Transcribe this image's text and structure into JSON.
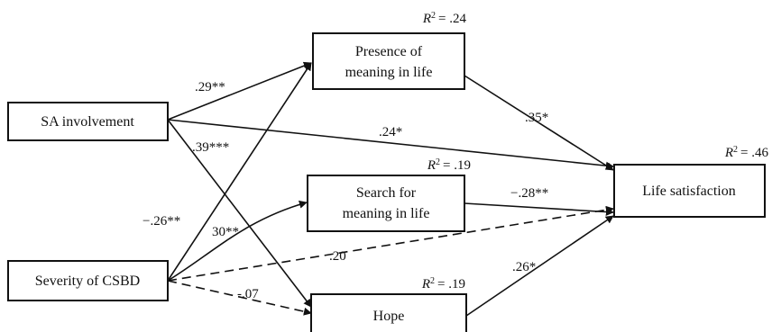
{
  "nodes": {
    "sa": {
      "label": "SA involvement"
    },
    "csbd": {
      "label": "Severity of CSBD"
    },
    "presence": {
      "label_line1": "Presence of",
      "label_line2": "meaning in life",
      "r2": "= .24"
    },
    "search": {
      "label_line1": "Search for",
      "label_line2": "meaning in life",
      "r2": "= .19"
    },
    "hope": {
      "label": "Hope",
      "r2": "= .19"
    },
    "life": {
      "label": "Life satisfaction",
      "r2": "= .46"
    }
  },
  "r2_symbol": "R",
  "r2_exponent": "2",
  "paths": {
    "sa_presence": ".29**",
    "sa_hope": ".39***",
    "sa_life": ".24*",
    "csbd_presence": "−.26**",
    "csbd_search": "30**",
    "csbd_life": ".20",
    "csbd_hope": "-.07",
    "presence_life": ".35*",
    "search_life": "−.28**",
    "hope_life": ".26*"
  },
  "colors": {
    "ink": "#111111",
    "background": "#ffffff"
  }
}
